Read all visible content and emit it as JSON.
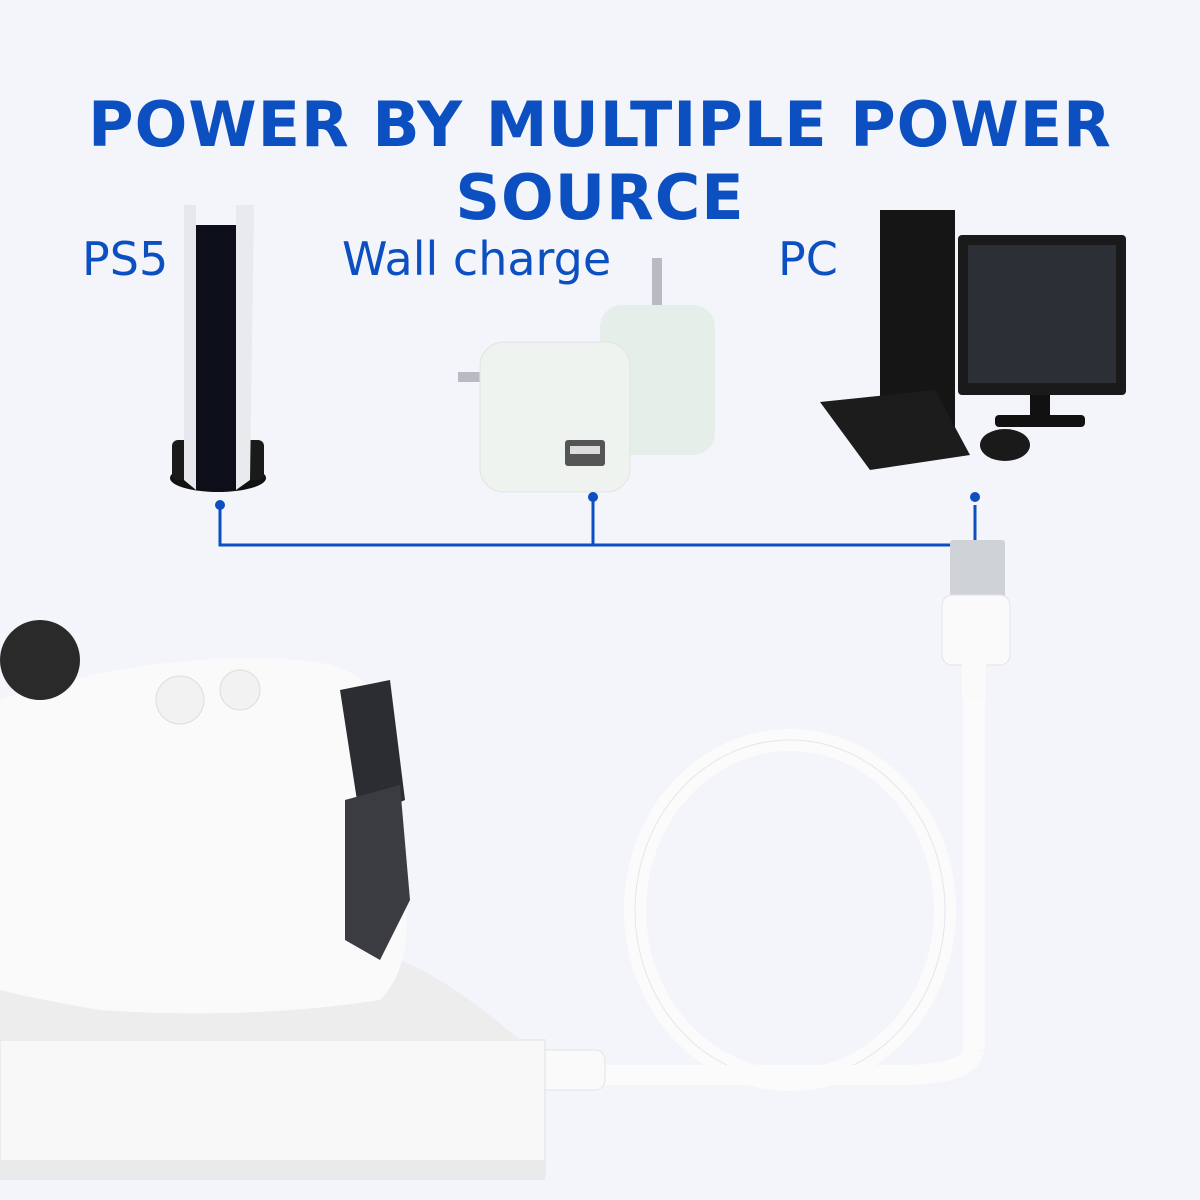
{
  "title": "POWER BY MULTIPLE POWER SOURCE",
  "sources": [
    {
      "label": "PS5"
    },
    {
      "label": "Wall charge"
    },
    {
      "label": "PC"
    }
  ],
  "colors": {
    "accent": "#0b4fc0",
    "background": "#f3f5fa"
  }
}
